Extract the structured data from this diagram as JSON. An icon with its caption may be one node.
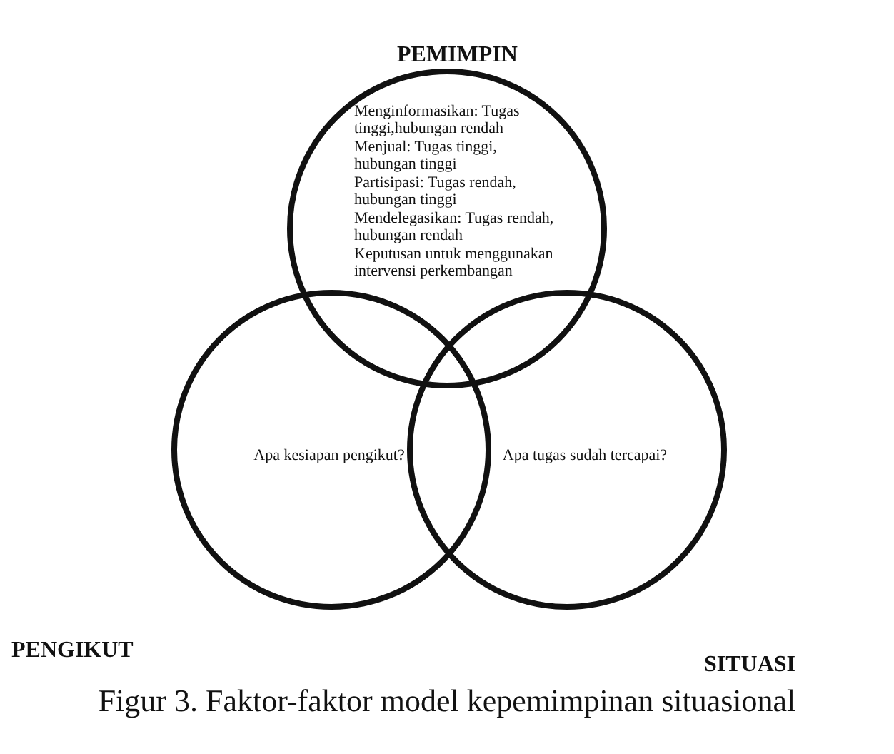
{
  "diagram": {
    "caption": "Figur 3. Faktor-faktor model kepemimpinan situasional",
    "nodes": [
      {
        "text": [
          "PEMIMPIN",
          "Menginformasikan: Tugas tinggi,hubungan rendah",
          "Menjual: Tugas tinggi, hubungan tinggi",
          "Partisipasi: Tugas rendah, hubungan tinggi",
          "Mendelegasikan: Tugas rendah, hubungan rendah",
          "Keputusan untuk menggunakan intervensi perkembangan"
        ]
      },
      {
        "text": [
          "PENGIKUT",
          "Apa kesiapan pengikut?"
        ]
      },
      {
        "text": [
          "SITUASI",
          "Apa tugas sudah tercapai?"
        ]
      }
    ],
    "edges": []
  }
}
